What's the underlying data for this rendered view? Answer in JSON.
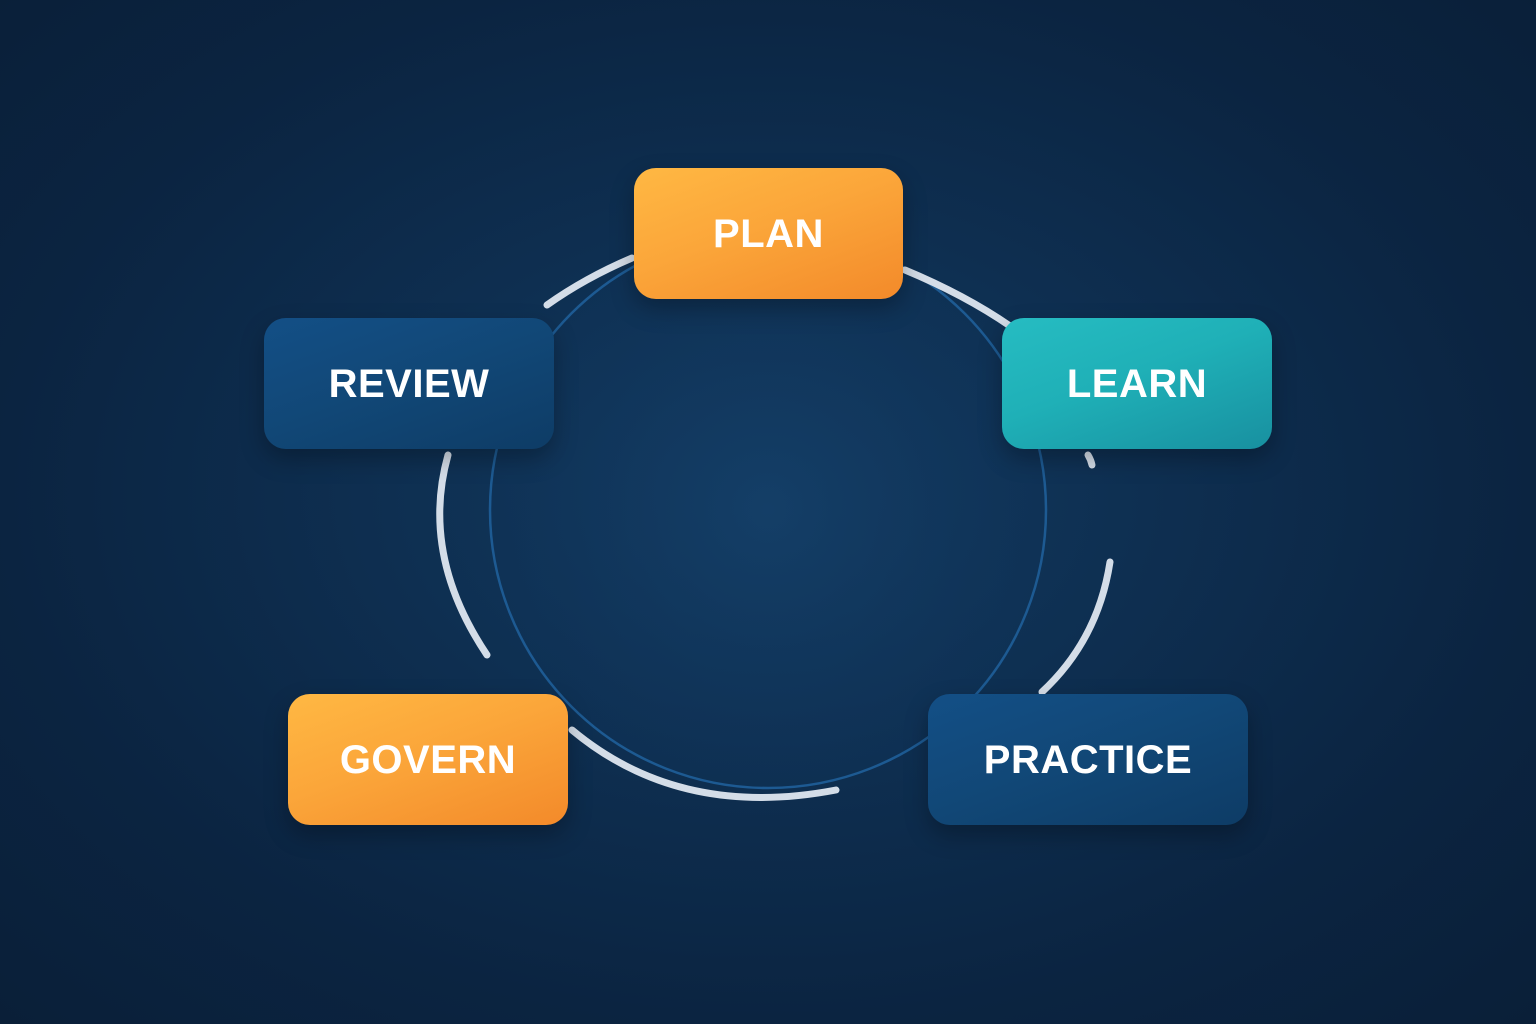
{
  "cycle": {
    "stages": [
      {
        "id": "plan",
        "label": "PLAN",
        "color": "#f9a23a"
      },
      {
        "id": "learn",
        "label": "LEARN",
        "color": "#1fadb5"
      },
      {
        "id": "practice",
        "label": "PRACTICE",
        "color": "#11487a"
      },
      {
        "id": "govern",
        "label": "GOVERN",
        "color": "#f9a23a"
      },
      {
        "id": "review",
        "label": "REVIEW",
        "color": "#11487a"
      }
    ]
  },
  "colors": {
    "background": "#0c2744",
    "arc": "#d7e0ea",
    "inner_ring": "#1a5288"
  }
}
